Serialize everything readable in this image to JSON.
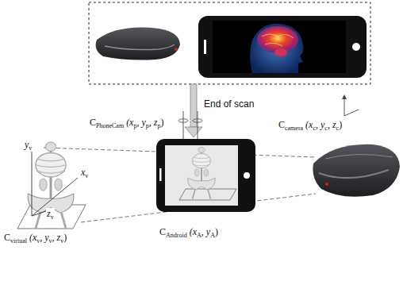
{
  "diagram": {
    "labels": [
      "End of scan",
      "C",
      "PhoneCam",
      "(x",
      "p",
      ", y",
      "p",
      ", z",
      "p",
      ")",
      "y",
      "v",
      "x",
      "v",
      "C",
      "camera",
      "(x",
      "c",
      ", y",
      "c",
      ", z",
      "c",
      ")",
      "z",
      "v",
      "C",
      "virtual",
      "(x",
      "v",
      ", y",
      "v",
      ", z",
      "v",
      ")",
      "C",
      "Android",
      "(x",
      "A",
      ", y",
      "A",
      ")"
    ]
  }
}
